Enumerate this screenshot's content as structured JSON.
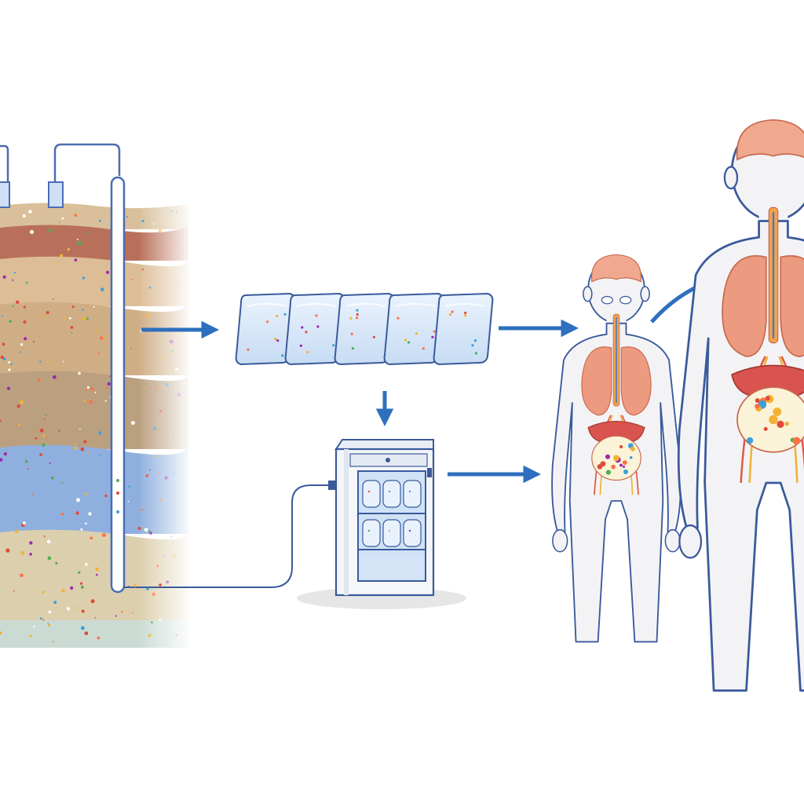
{
  "diagram": {
    "nodes": [
      {
        "id": "soil-profile",
        "icon": "soil-layers-with-well-pipe"
      },
      {
        "id": "water-bags",
        "icon": "packaged-water-bags",
        "count": 5
      },
      {
        "id": "water-cooler",
        "icon": "water-cooler-dispenser"
      },
      {
        "id": "child",
        "icon": "child-body-with-organs"
      },
      {
        "id": "adult",
        "icon": "adult-body-with-organs"
      }
    ],
    "edges": [
      {
        "from": "soil-profile",
        "to": "water-bags"
      },
      {
        "from": "water-bags",
        "to": "child"
      },
      {
        "from": "water-bags",
        "to": "water-cooler"
      },
      {
        "from": "water-cooler",
        "to": "child"
      },
      {
        "from": "child",
        "to": "adult"
      }
    ]
  },
  "colors": {
    "arrow": "#2e6fbe",
    "outline": "#3a5a9c",
    "pipe": "#5b7fc4",
    "bag_fill": "#dbe9f9",
    "organ": "#e88a73",
    "lung": "#ec9a80",
    "brain": "#f0a98e",
    "body_fill": "#f3f3f5",
    "soil": [
      "#b56a52",
      "#d7b48c",
      "#cfb089",
      "#b89a78",
      "#8aa8d6",
      "#d9c9a6"
    ],
    "particles": [
      "#e04a3a",
      "#f2b233",
      "#3aa0d8",
      "#4caf50",
      "#9c27b0",
      "#ff7043",
      "#ffffff"
    ]
  }
}
